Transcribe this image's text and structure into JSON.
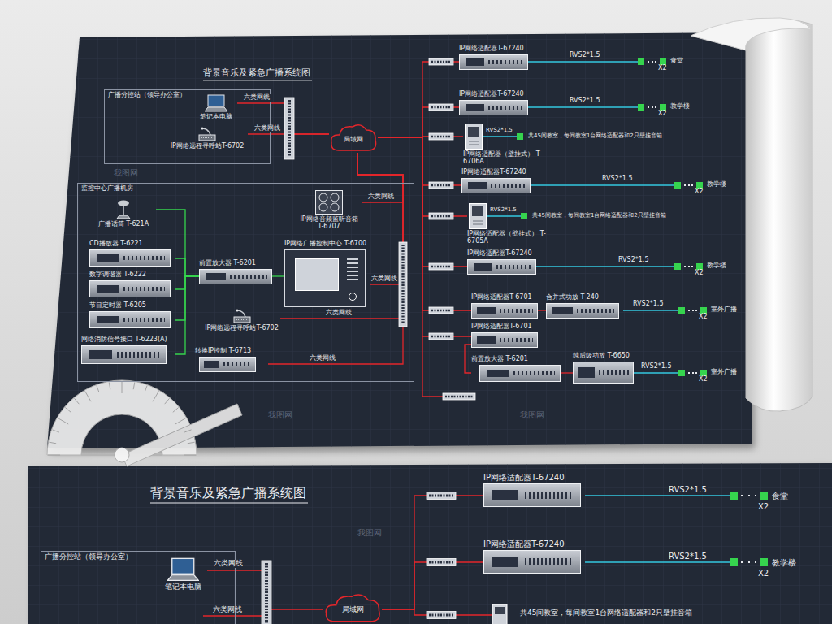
{
  "diagram": {
    "title": "背景音乐及紧急广播系统图",
    "nodes": [
      {
        "text": [
          "广播分控站（领导办公室）"
        ]
      },
      {
        "text": [
          "笔记本电脑"
        ],
        "in": 0
      },
      {
        "text": [
          "IP网络远程寻呼站T-6702"
        ],
        "in": 0
      },
      {
        "text": [
          "局域网"
        ]
      },
      {
        "text": [
          "监控中心广播机房"
        ]
      },
      {
        "text": [
          "广播话筒 T-621A"
        ],
        "in": 4
      },
      {
        "text": [
          "CD播放器 T-6221"
        ],
        "in": 4
      },
      {
        "text": [
          "数字调谐器 T-6222"
        ],
        "in": 4
      },
      {
        "text": [
          "节目定时器 T-6205"
        ],
        "in": 4
      },
      {
        "text": [
          "前置放大器 T-6201"
        ],
        "in": 4
      },
      {
        "text": [
          "IP网络音频监听音箱 T-6707"
        ],
        "in": 4
      },
      {
        "text": [
          "IP网络广播控制中心 T-6700"
        ],
        "in": 4
      },
      {
        "text": [
          "IP网络远程寻呼站T-6702"
        ],
        "in": 4
      },
      {
        "text": [
          "网络消防信号接口 T-6223(A)"
        ],
        "in": 4
      },
      {
        "text": [
          "转换IP控制 T-6713"
        ],
        "in": 4
      },
      {
        "text": [
          "IP网络适配器T-67240"
        ]
      },
      {
        "text": [
          "食堂",
          "X2"
        ]
      },
      {
        "text": [
          "IP网络适配器T-67240"
        ]
      },
      {
        "text": [
          "教学楼",
          "X2"
        ]
      },
      {
        "text": [
          "IP网络适配器（壁挂式） T-6706A"
        ]
      },
      {
        "text": [
          "IP网络适配器T-67240"
        ]
      },
      {
        "text": [
          "教学楼",
          "X2"
        ]
      },
      {
        "text": [
          "IP网络适配器（壁挂式） T-6705A"
        ]
      },
      {
        "text": [
          "IP网络适配器T-67240"
        ]
      },
      {
        "text": [
          "教学楼",
          "X2"
        ]
      },
      {
        "text": [
          "IP网络适配器T-6701"
        ]
      },
      {
        "text": [
          "合并式功放 T-240"
        ]
      },
      {
        "text": [
          "室外广播",
          "X2"
        ]
      },
      {
        "text": [
          "IP网络适配器T-6701"
        ]
      },
      {
        "text": [
          "前置放大器 T-6201"
        ]
      },
      {
        "text": [
          "纯后级功放 T-6650"
        ]
      },
      {
        "text": [
          "室外广播",
          "X2"
        ]
      },
      {
        "text": [
          "广播分控站（领导办公室）"
        ]
      },
      {
        "text": [
          "笔记本电脑"
        ],
        "in": 32
      },
      {
        "text": [
          "局域网"
        ]
      },
      {
        "text": [
          "IP网络适配器T-67240"
        ]
      },
      {
        "text": [
          "食堂",
          "X2"
        ]
      },
      {
        "text": [
          "IP网络适配器T-67240"
        ]
      },
      {
        "text": [
          "教学楼",
          "X2"
        ]
      }
    ],
    "edges": [
      {
        "from": 1,
        "to": 3,
        "arrow": "none",
        "label": "六类网线"
      },
      {
        "from": 2,
        "to": 3,
        "arrow": "none",
        "label": "六类网线"
      },
      {
        "from": 5,
        "to": 9,
        "arrow": "none"
      },
      {
        "from": 6,
        "to": 9,
        "arrow": "none"
      },
      {
        "from": 7,
        "to": 9,
        "arrow": "none"
      },
      {
        "from": 8,
        "to": 9,
        "arrow": "none"
      },
      {
        "from": 9,
        "to": 11,
        "arrow": "none"
      },
      {
        "from": 13,
        "to": 9,
        "arrow": "none"
      },
      {
        "from": 10,
        "to": 3,
        "arrow": "none",
        "label": "六类网线"
      },
      {
        "from": 11,
        "to": 3,
        "arrow": "none",
        "label": "六类网线"
      },
      {
        "from": 12,
        "to": 3,
        "arrow": "none",
        "label": "六类网线"
      },
      {
        "from": 14,
        "to": 3,
        "arrow": "none",
        "label": "六类网线"
      },
      {
        "from": 3,
        "to": 15,
        "arrow": "none"
      },
      {
        "from": 15,
        "to": 16,
        "arrow": "none",
        "label": "RVS2*1.5"
      },
      {
        "from": 3,
        "to": 17,
        "arrow": "none"
      },
      {
        "from": 17,
        "to": 18,
        "arrow": "none",
        "label": "RVS2*1.5"
      },
      {
        "from": 3,
        "to": 19,
        "arrow": "none"
      },
      {
        "from": 3,
        "to": 20,
        "arrow": "none"
      },
      {
        "from": 20,
        "to": 21,
        "arrow": "none",
        "label": "RVS2*1.5"
      },
      {
        "from": 3,
        "to": 22,
        "arrow": "none"
      },
      {
        "from": 3,
        "to": 23,
        "arrow": "none"
      },
      {
        "from": 23,
        "to": 24,
        "arrow": "none",
        "label": "RVS2*1.5"
      },
      {
        "from": 3,
        "to": 25,
        "arrow": "none"
      },
      {
        "from": 25,
        "to": 26,
        "arrow": "none"
      },
      {
        "from": 26,
        "to": 27,
        "arrow": "none",
        "label": "RVS2*1.5"
      },
      {
        "from": 3,
        "to": 28,
        "arrow": "none"
      },
      {
        "from": 28,
        "to": 29,
        "arrow": "none"
      },
      {
        "from": 29,
        "to": 30,
        "arrow": "none"
      },
      {
        "from": 30,
        "to": 31,
        "arrow": "none",
        "label": "RVS2*1.5"
      },
      {
        "from": 33,
        "to": 34,
        "arrow": "none",
        "label": "六类网线"
      },
      {
        "from": 34,
        "to": 35,
        "arrow": "none"
      },
      {
        "from": 35,
        "to": 36,
        "arrow": "none",
        "label": "RVS2*1.5"
      },
      {
        "from": 34,
        "to": 37,
        "arrow": "none"
      },
      {
        "from": 37,
        "to": 38,
        "arrow": "none",
        "label": "RVS2*1.5"
      }
    ],
    "labels": [
      "背景音乐及紧急广播系统图",
      "RVS2*1.5",
      "共45间教室，每间教室1台网络适配器和2只壁挂音箱",
      "RVS2*1.5",
      "共45间教室，每间教室1台网络适配器和2只壁挂音箱",
      "六类网线",
      "共45间教室，每间教室1台网络适配器和2只壁挂音箱",
      "我图网",
      "我图网",
      "我图网",
      "我图网"
    ]
  }
}
